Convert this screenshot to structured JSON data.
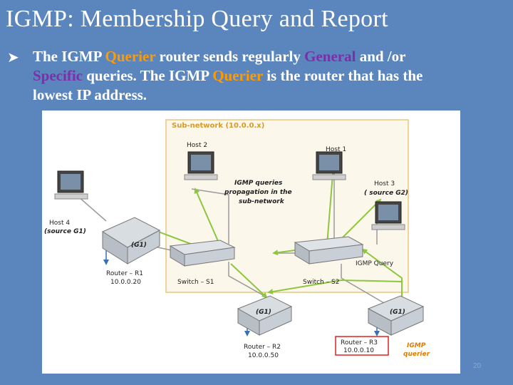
{
  "slide": {
    "title": "IGMP: Membership Query and Report",
    "bullet": {
      "t1": "The IGMP ",
      "t2": "Querier",
      "t3": " router sends regularly ",
      "t4": "General",
      "t5": " and /or",
      "t6": "Specific",
      "t7": " queries. The IGMP ",
      "t8": "Querier",
      "t9": " is the router that has the",
      "t10": "lowest IP address."
    },
    "page_number": "20"
  },
  "diagram": {
    "subnet_label": "Sub-network (10.0.0.x)",
    "host2": "Host 2",
    "host1": "Host 1",
    "host3_l1": "Host 3",
    "host3_l2": "( source G2)",
    "host4_l1": "Host 4",
    "host4_l2": "(source G1)",
    "propagation_l1": "IGMP queries",
    "propagation_l2": "propagation in the",
    "propagation_l3": "sub-network",
    "group_r1": "(G1)",
    "group_r2": "(G1)",
    "group_r3": "(G1)",
    "router_r1_name": "Router – R1",
    "router_r1_ip": "10.0.0.20",
    "switch_s1": "Switch – S1",
    "switch_s2": "Switch – S2",
    "igmp_query_label": "IGMP Query",
    "router_r2_name": "Router – R2",
    "router_r2_ip": "10.0.0.50",
    "router_r3_name": "Router – R3",
    "router_r3_ip": "10.0.0.10",
    "querier_l1": "IGMP",
    "querier_l2": "querier",
    "colors": {
      "subnet_border": "#e8c77a",
      "query_arrow": "#8dc63f",
      "querier_box": "#e02020",
      "querier_text": "#e07b00"
    }
  }
}
